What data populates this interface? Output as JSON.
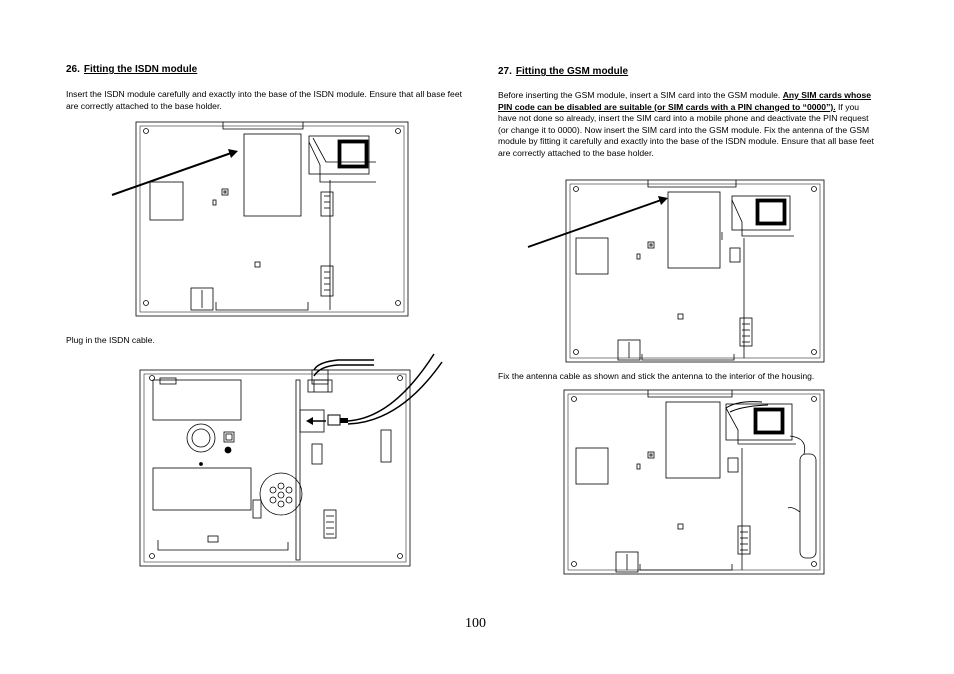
{
  "left": {
    "heading": {
      "number": "26.",
      "title": "Fitting the ISDN module"
    },
    "intro": "Insert the ISDN module carefully and exactly into the base of the ISDN module. Ensure that all base feet are correctly attached to the base holder.",
    "cable_caption": "Plug in the ISDN cable."
  },
  "right": {
    "heading": {
      "number": "27.",
      "title": "Fitting the GSM module"
    },
    "intro_pre": "Before inserting the GSM module, insert a SIM card into the GSM module. ",
    "intro_bold": "Any SIM cards whose PIN code can be disabled are suitable (or SIM cards with a PIN changed to “0000”).",
    "intro_post": " If you have not done so already, insert the SIM card into a mobile phone and deactivate the PIN request (or change it to 0000). Now insert the SIM card into the GSM module. Fix the antenna of the GSM module by fitting it carefully and exactly into the base of the ISDN module. Ensure that all base feet are correctly attached to the base holder.",
    "antenna_caption": "Fix the antenna cable as shown and stick the antenna to the interior of the housing."
  },
  "page_number": "100"
}
